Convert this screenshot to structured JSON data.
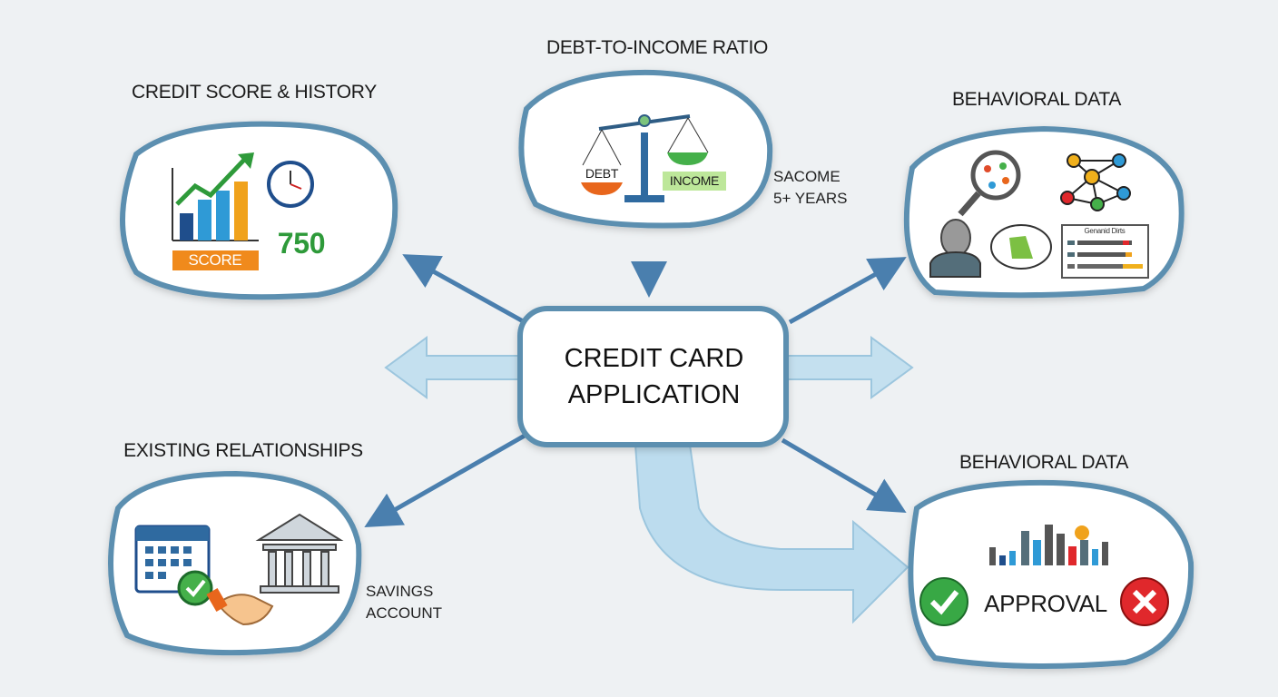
{
  "center": {
    "line1": "CREDIT CARD",
    "line2": "APPLICATION"
  },
  "nodes": {
    "credit_score": {
      "title": "CREDIT SCORE & HISTORY",
      "score_label": "SCORE",
      "score_value": "750"
    },
    "dti": {
      "title": "DEBT-TO-INCOME RATIO",
      "debt_label": "DEBT",
      "income_label": "INCOME",
      "side_line1": "SACOME",
      "side_line2": "5+ YEARS"
    },
    "behavioral_top": {
      "title": "BEHAVIORAL DATA",
      "panel_title": "Genanid Dirts"
    },
    "relationships": {
      "title": "EXISTING RELATIONSHIPS",
      "side_line1": "SAVINGS",
      "side_line2": "ACCOUNT"
    },
    "behavioral_bottom": {
      "title": "BEHAVIORAL DATA",
      "decision_label": "APPROVAL"
    }
  },
  "colors": {
    "bubble_border": "#5b8fb0",
    "arrow": "#4a7fae",
    "big_arrow": "#b9d8ea",
    "green": "#2e9a3a",
    "orange": "#f08a1c",
    "red": "#e0282c"
  }
}
